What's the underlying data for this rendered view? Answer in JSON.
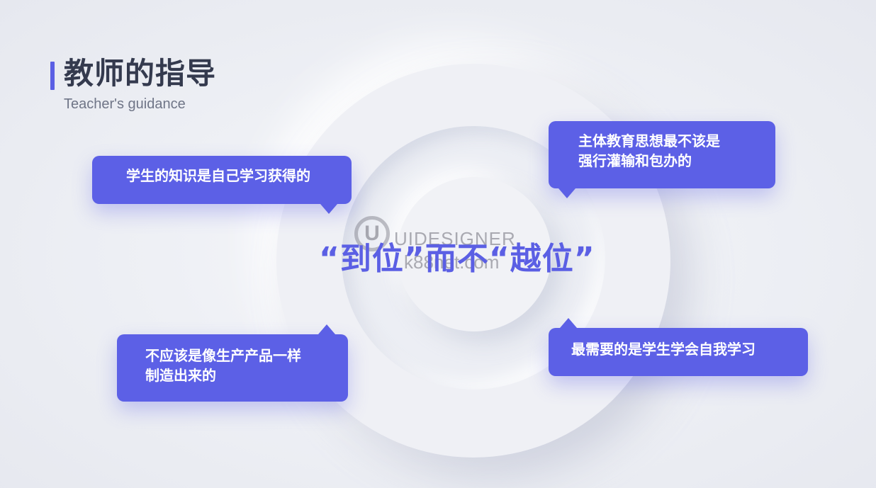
{
  "header": {
    "title": "教师的指导",
    "subtitle": "Teacher's guidance"
  },
  "center": {
    "slogan": "“到位”而不“越位”"
  },
  "watermark": {
    "logo_letter": "U",
    "line1": "UIDESIGNER",
    "line2": "k88net.com"
  },
  "bubbles": {
    "top_left": {
      "lines": [
        "学生的知识是自己学习获得的"
      ]
    },
    "top_right": {
      "lines": [
        "主体教育思想最不该是",
        "强行灌输和包办的"
      ]
    },
    "bottom_left": {
      "lines": [
        "不应该是像生产产品一样",
        "制造出来的"
      ]
    },
    "bottom_right": {
      "lines": [
        "最需要的是学生学会自我学习"
      ]
    }
  },
  "colors": {
    "accent": "#5b5fe4",
    "bubble": "#5c60e6",
    "title_text": "#343a4e",
    "background": "#e9ebf2"
  }
}
